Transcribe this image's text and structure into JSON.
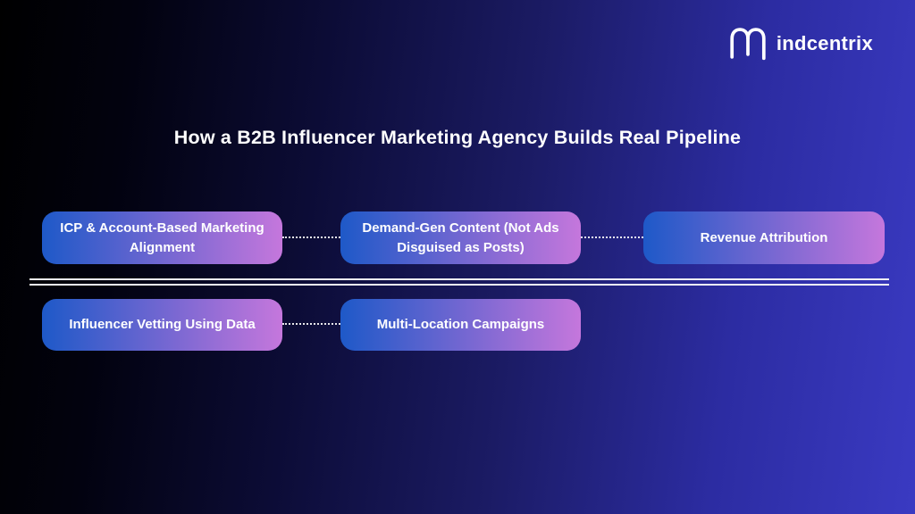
{
  "brand": {
    "logo_icon": "m-monogram-icon",
    "logo_text": "indcentrix"
  },
  "title": "How a B2B Influencer Marketing Agency Builds Real Pipeline",
  "colors": {
    "background_left": "#000000",
    "background_right": "#3a3ac2",
    "box_gradient_start": "#1e59c8",
    "box_gradient_end": "#c577dc",
    "connector": "#ffffff",
    "divider": "#f1f1f4",
    "text": "#ffffff"
  },
  "diagram": {
    "rows": [
      {
        "boxes": [
          {
            "label": "ICP & Account-Based Marketing Alignment"
          },
          {
            "label": "Demand-Gen Content (Not Ads Disguised as Posts)"
          },
          {
            "label": "Revenue Attribution"
          }
        ]
      },
      {
        "boxes": [
          {
            "label": "Influencer Vetting Using Data"
          },
          {
            "label": "Multi-Location Campaigns"
          }
        ]
      }
    ]
  }
}
